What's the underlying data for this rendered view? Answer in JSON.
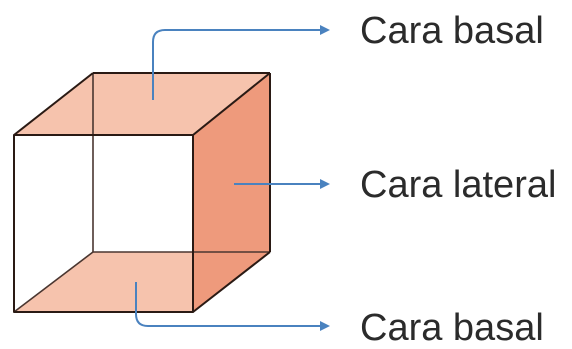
{
  "labels": {
    "top_face": "Cara basal",
    "lateral_face": "Cara lateral",
    "bottom_face": "Cara basal"
  },
  "colors": {
    "face_light": "#f6c3ad",
    "face_side": "#ee9a7c",
    "edge": "#2a1a14",
    "arrow": "#4a82bf",
    "text": "#2b2b2b"
  }
}
